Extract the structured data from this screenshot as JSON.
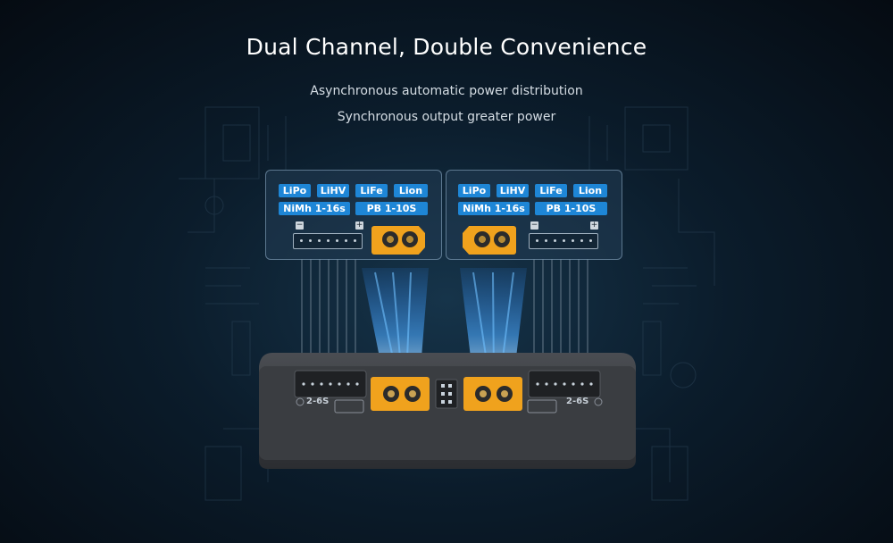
{
  "headline": "Dual Channel, Double Convenience",
  "subline_1": "Asynchronous automatic power distribution",
  "subline_2": "Synchronous output greater power",
  "panels": [
    {
      "chemistries": [
        "LiPo",
        "LiHV",
        "LiFe",
        "Lion"
      ],
      "nimh": "NiMh 1-16s",
      "pb": "PB 1-10S",
      "minus": "−",
      "plus": "+"
    },
    {
      "chemistries": [
        "LiPo",
        "LiHV",
        "LiFe",
        "Lion"
      ],
      "nimh": "NiMh 1-16s",
      "pb": "PB 1-10S",
      "minus": "−",
      "plus": "+"
    }
  ],
  "charger": {
    "left_port_label": "2-6S",
    "right_port_label": "2-6S"
  },
  "colors": {
    "chem_badge": "#1e86d6",
    "xt60_connector": "#f0a21d",
    "glow": "#2f8dff",
    "charger_body": "#3a3d41"
  }
}
